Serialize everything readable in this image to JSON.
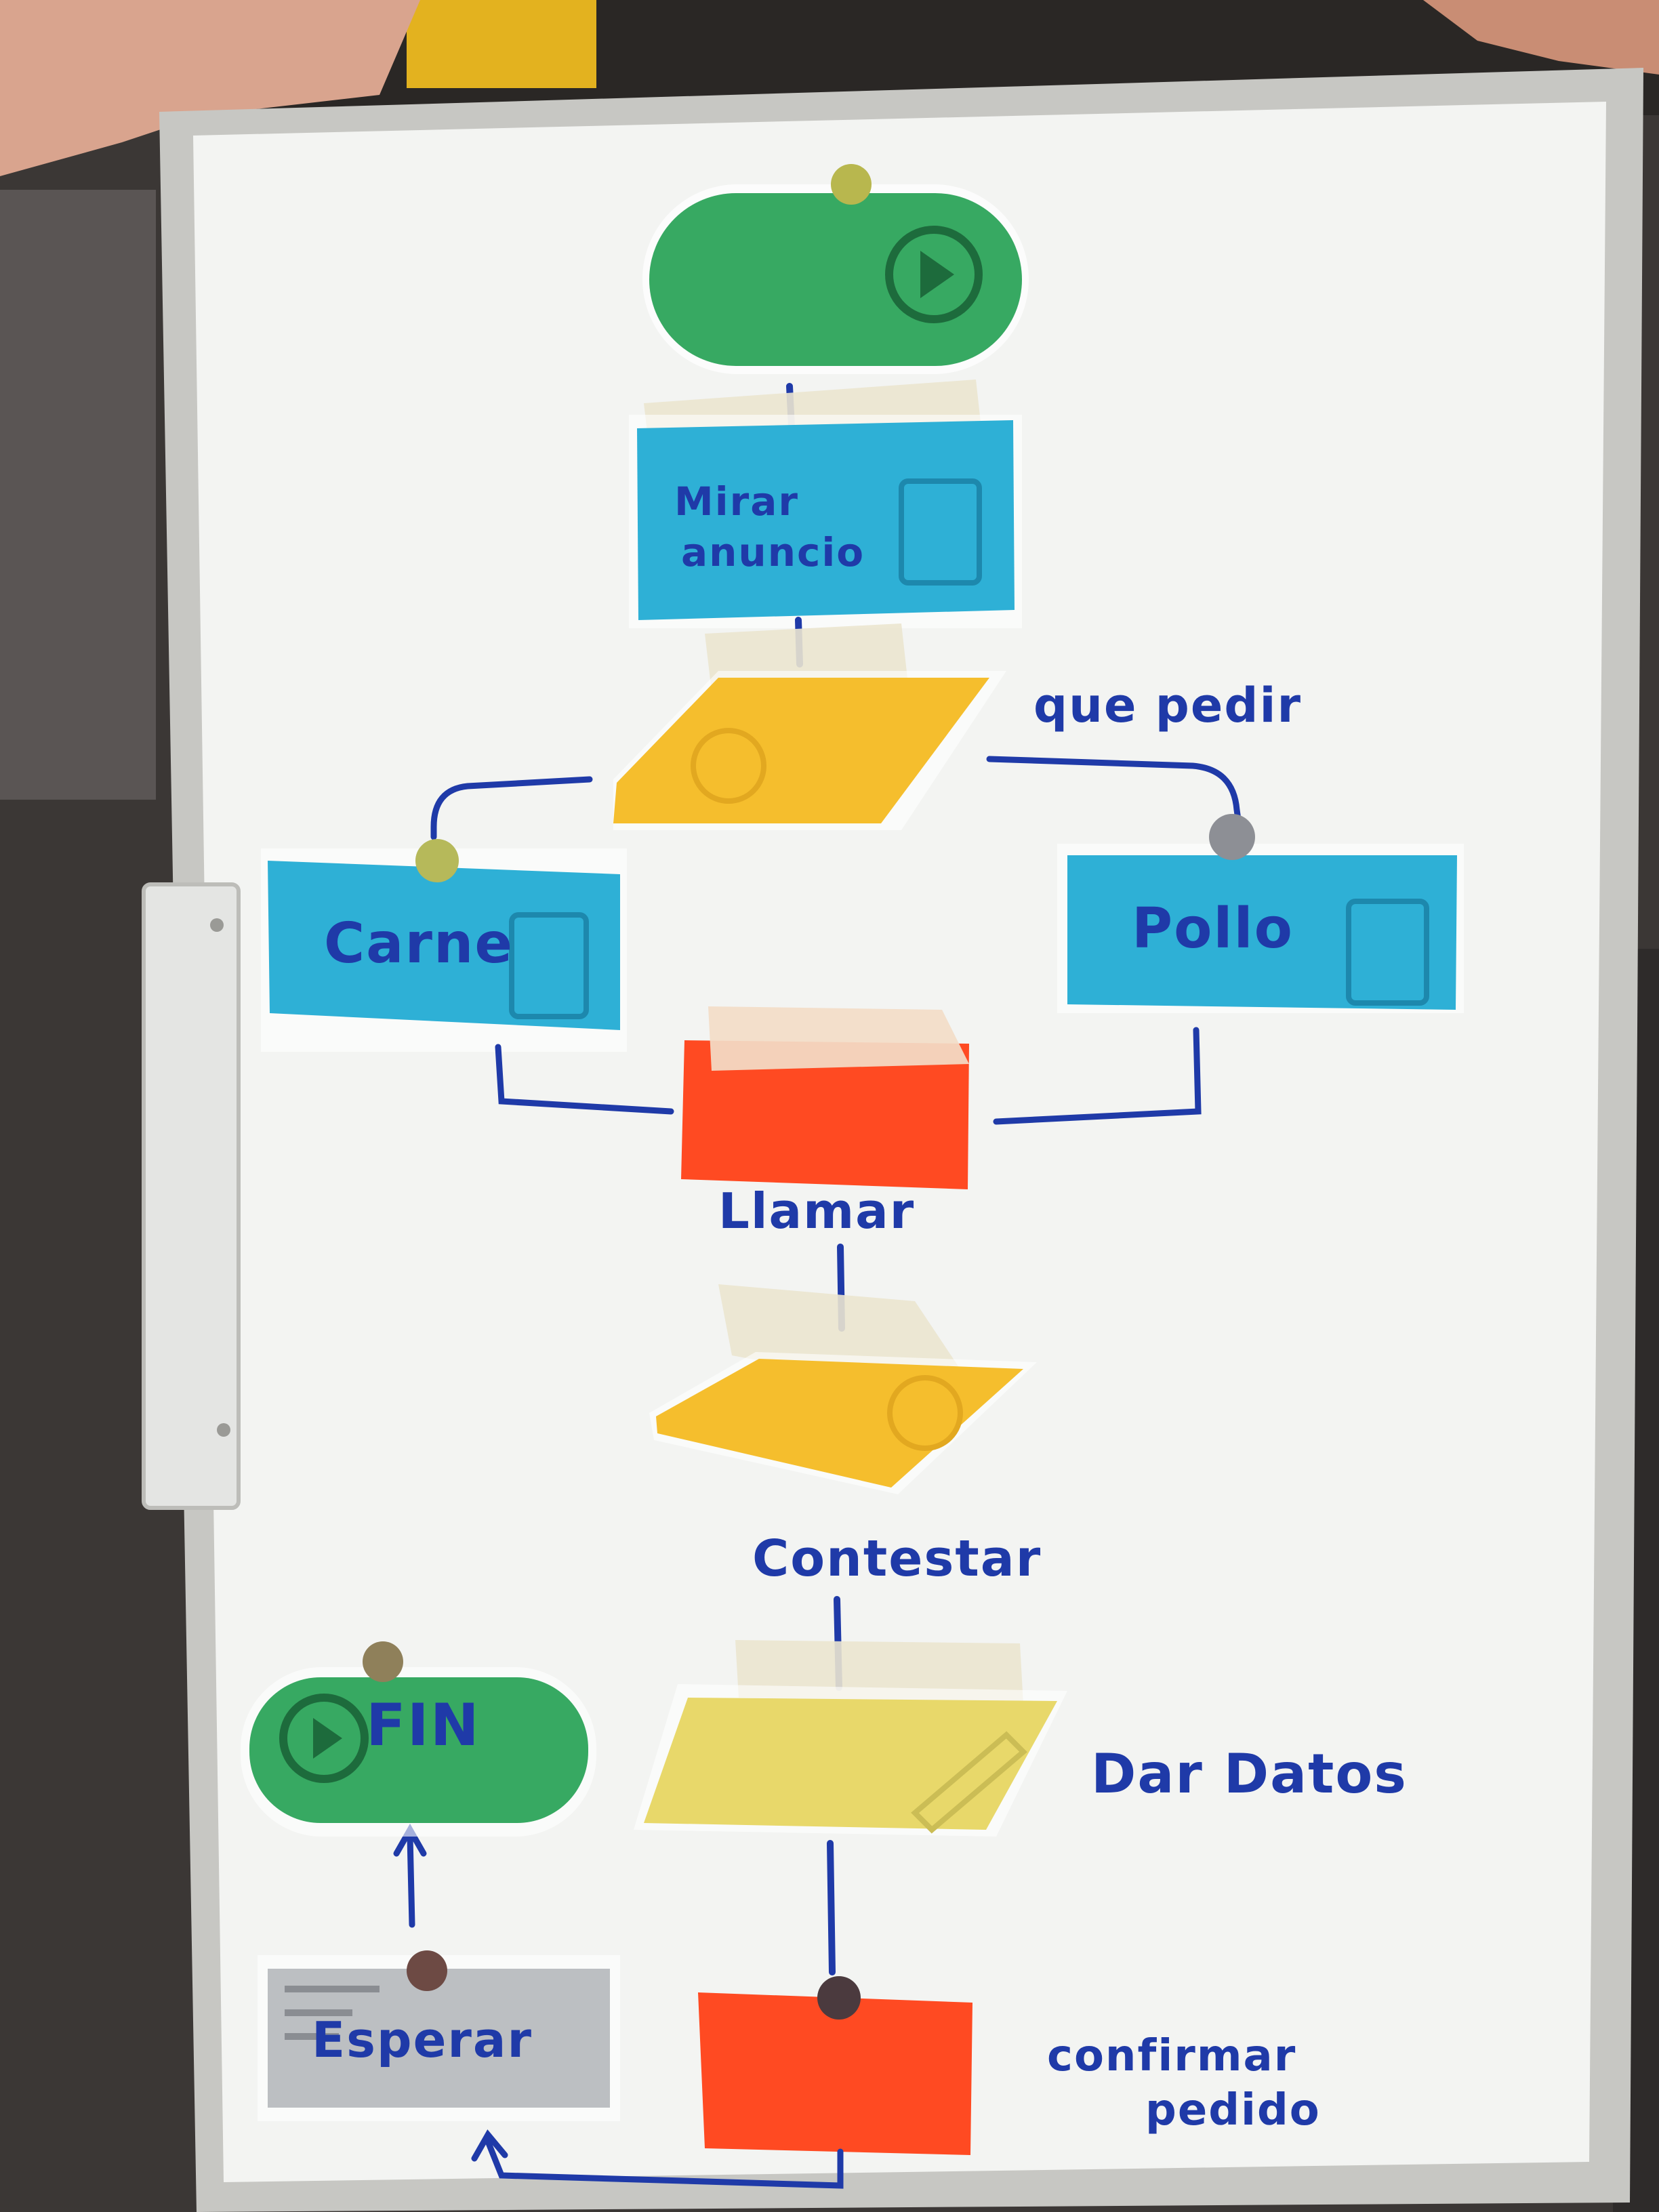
{
  "flowchart": {
    "start": {
      "shape": "rounded-green",
      "icon": "play-icon"
    },
    "read_ad": {
      "label_line1": "Mirar",
      "label_line2": "anuncio"
    },
    "decision_1": {
      "label": "que pedir",
      "icon": "compass-icon"
    },
    "option_beef": {
      "label": "Carne"
    },
    "option_chicken": {
      "label": "Pollo"
    },
    "call": {
      "label": "Llamar"
    },
    "decision_2": {
      "label": "Contestar",
      "icon": "compass-icon"
    },
    "give_data": {
      "label": "Dar Datos",
      "icon": "pencil-icon"
    },
    "confirm": {
      "label_line1": "confirmar",
      "label_line2": "pedido"
    },
    "wait": {
      "label": "Esperar"
    },
    "end": {
      "label": "FIN",
      "icon": "play-icon"
    }
  },
  "colors": {
    "whiteboard": "#f4f5f3",
    "frame": "#c9c9c6",
    "green": "#37a962",
    "blue": "#2eb0d6",
    "yellow": "#f5be2d",
    "pale_yellow": "#e8d86a",
    "red": "#ff4a22",
    "gray_card": "#bcbfc2",
    "marker": "#1f3aa8",
    "tape": "#ebe6cf"
  }
}
